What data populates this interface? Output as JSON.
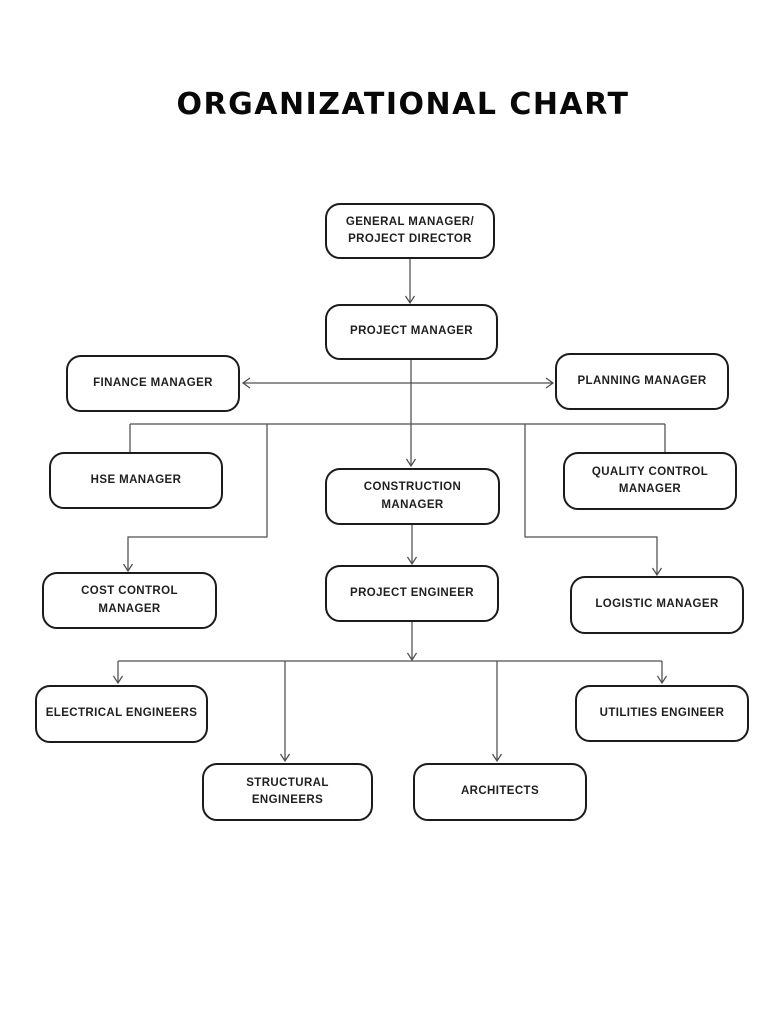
{
  "page": {
    "title": "ORGANIZATIONAL CHART"
  },
  "diagram": {
    "type": "org-chart",
    "nodes": [
      {
        "id": "general-manager",
        "label": "GENERAL MANAGER/\nPROJECT DIRECTOR"
      },
      {
        "id": "project-manager",
        "label": "PROJECT MANAGER"
      },
      {
        "id": "finance-manager",
        "label": "FINANCE MANAGER"
      },
      {
        "id": "planning-manager",
        "label": "PLANNING MANAGER"
      },
      {
        "id": "hse-manager",
        "label": "HSE MANAGER"
      },
      {
        "id": "construction-manager",
        "label": "CONSTRUCTION MANAGER"
      },
      {
        "id": "quality-control-manager",
        "label": "QUALITY CONTROL\nMANAGER"
      },
      {
        "id": "cost-control-manager",
        "label": "COST CONTROL MANAGER"
      },
      {
        "id": "project-engineer",
        "label": "PROJECT ENGINEER"
      },
      {
        "id": "logistic-manager",
        "label": "LOGISTIC MANAGER"
      },
      {
        "id": "electrical-engineers",
        "label": "ELECTRICAL ENGINEERS"
      },
      {
        "id": "utilities-engineer",
        "label": "UTILITIES ENGINEER"
      },
      {
        "id": "structural-engineers",
        "label": "STRUCTURAL ENGINEERS"
      },
      {
        "id": "architects",
        "label": "ARCHITECTS"
      }
    ],
    "edges": [
      {
        "from": "general-manager",
        "to": "project-manager"
      },
      {
        "from": "project-manager",
        "to": "finance-manager"
      },
      {
        "from": "project-manager",
        "to": "planning-manager"
      },
      {
        "from": "project-manager",
        "to": "construction-manager"
      },
      {
        "from": "project-manager",
        "to": "hse-manager"
      },
      {
        "from": "project-manager",
        "to": "quality-control-manager"
      },
      {
        "from": "project-manager",
        "to": "cost-control-manager"
      },
      {
        "from": "project-manager",
        "to": "logistic-manager"
      },
      {
        "from": "construction-manager",
        "to": "project-engineer"
      },
      {
        "from": "project-engineer",
        "to": "electrical-engineers"
      },
      {
        "from": "project-engineer",
        "to": "structural-engineers"
      },
      {
        "from": "project-engineer",
        "to": "architects"
      },
      {
        "from": "project-engineer",
        "to": "utilities-engineer"
      }
    ],
    "style": {
      "box_border_color": "#1b1b1b",
      "box_fill_color": "#ffffff",
      "line_color": "#4f4f4f",
      "text_color": "#1f1f1f",
      "title_color": "#080808"
    }
  }
}
